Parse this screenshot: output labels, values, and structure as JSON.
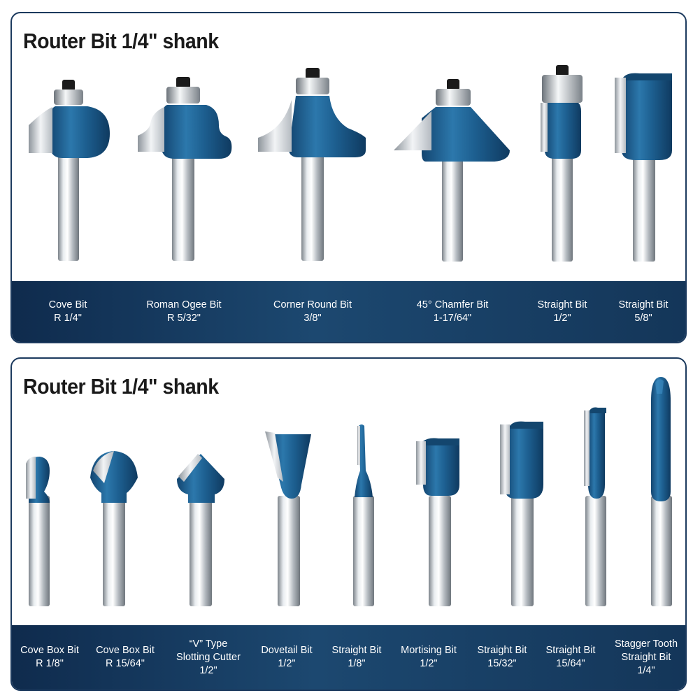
{
  "panels": [
    {
      "title": "Router Bit 1/4\" shank",
      "bits": [
        {
          "name": "Cove Bit",
          "size": "R 1/4\""
        },
        {
          "name": "Roman Ogee Bit",
          "size": "R 5/32\""
        },
        {
          "name": "Corner Round Bit",
          "size": "3/8\""
        },
        {
          "name": "45° Chamfer Bit",
          "size": "1-17/64\""
        },
        {
          "name": "Straight Bit",
          "size": "1/2\""
        },
        {
          "name": "Straight Bit",
          "size": "5/8\""
        }
      ]
    },
    {
      "title": "Router Bit 1/4\" shank",
      "bits": [
        {
          "name": "Cove Box Bit",
          "size": "R 1/8\""
        },
        {
          "name": "Cove Box Bit",
          "size": "R 15/64\""
        },
        {
          "name_line1": "“V”  Type",
          "name_line2": "Slotting Cutter",
          "size": "1/2\""
        },
        {
          "name": "Dovetail Bit",
          "size": "1/2\""
        },
        {
          "name": "Straight Bit",
          "size": "1/8\""
        },
        {
          "name": "Mortising Bit",
          "size": "1/2\""
        },
        {
          "name": "Straight Bit",
          "size": "15/32\""
        },
        {
          "name": "Straight Bit",
          "size": "15/64\""
        },
        {
          "name_line1": "Stagger Tooth",
          "name_line2": "Straight Bit",
          "size": "1/4\""
        }
      ]
    }
  ],
  "colors": {
    "bit_blue": "#1f5f8f",
    "bit_blue_dark": "#13466e",
    "shank_steel": "#c9ced3",
    "band_navy": "#143659",
    "border": "#1c3a5e"
  }
}
